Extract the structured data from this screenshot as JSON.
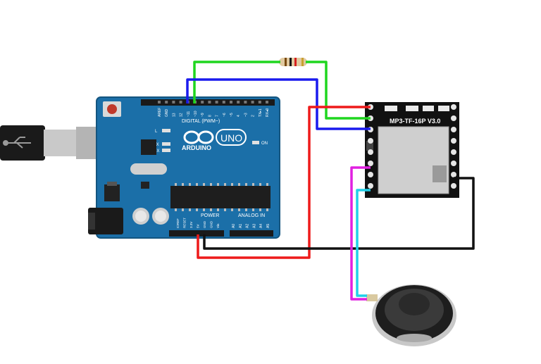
{
  "arduino": {
    "brand": "ARDUINO",
    "model": "UNO",
    "digital_label": "DIGITAL (PWM~)",
    "power_label": "POWER",
    "analog_label": "ANALOG IN",
    "led_l": "L",
    "led_tx": "TX",
    "led_rx": "RX",
    "on_label": "ON",
    "top_pins": [
      "AREF",
      "GND",
      "13",
      "12",
      "~11",
      "~10",
      "~9",
      "8",
      "7",
      "~6",
      "~5",
      "4",
      "~3",
      "2",
      "TX▸1",
      "RX◂0"
    ],
    "power_pins": [
      "IOREF",
      "RESET",
      "3.3V",
      "5V",
      "GND",
      "GND",
      "Vin"
    ],
    "analog_pins": [
      "A0",
      "A1",
      "A2",
      "A3",
      "A4",
      "A5"
    ]
  },
  "mp3_module": {
    "label": "MP3-TF-16P V3.0"
  },
  "wire_colors": {
    "green": "#1fd61f",
    "blue": "#1a1aee",
    "red": "#ee1a1a",
    "black": "#111111",
    "magenta": "#e020e0",
    "cyan": "#20d0e8"
  },
  "colors": {
    "board": "#1b6fa8",
    "board_dark": "#14557f",
    "module": "#111111"
  }
}
